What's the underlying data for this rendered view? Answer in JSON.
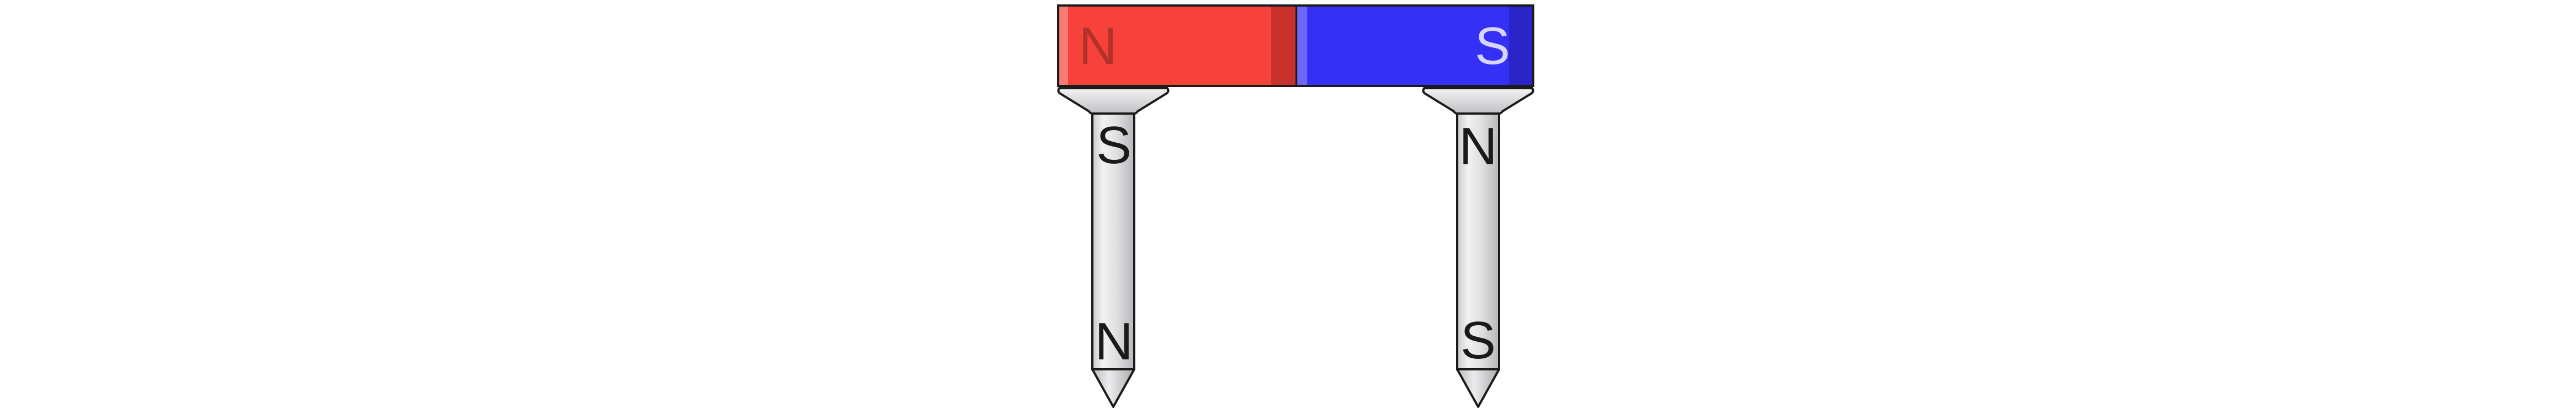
{
  "magnet": {
    "north_label": "N",
    "south_label": "S",
    "north_color": "#f6423b",
    "south_color": "#3530f5"
  },
  "nails": [
    {
      "top_label": "S",
      "bottom_label": "N"
    },
    {
      "top_label": "N",
      "bottom_label": "S"
    }
  ]
}
